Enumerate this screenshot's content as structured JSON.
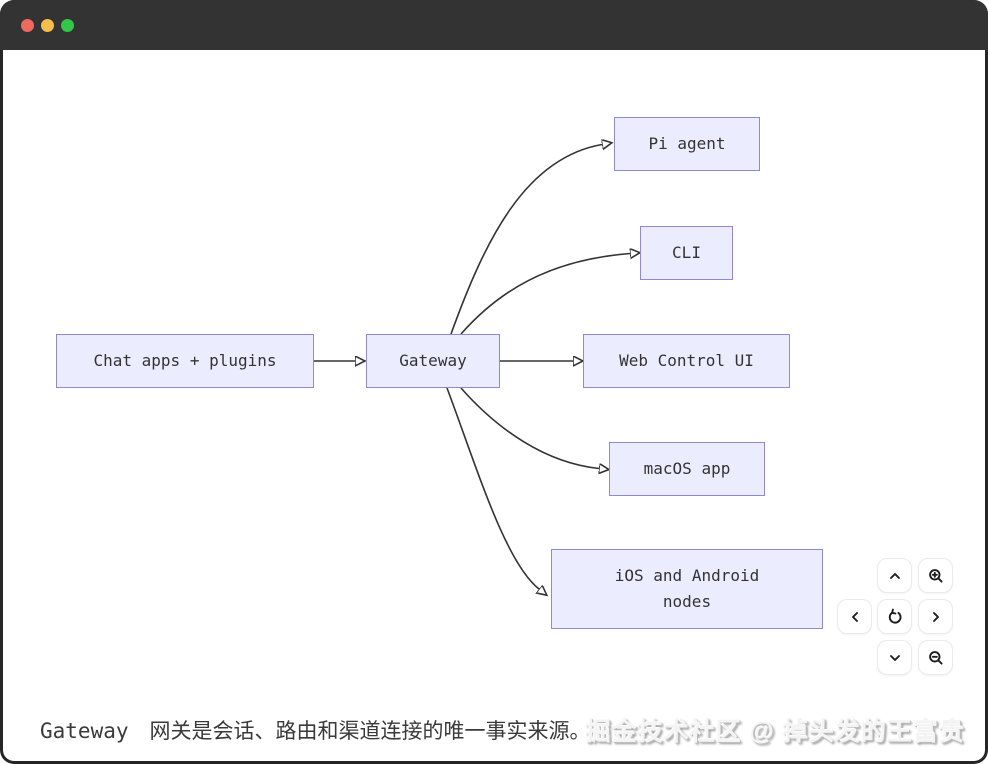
{
  "window": {
    "traffic_lights": [
      {
        "name": "close",
        "color": "#ee6a5f"
      },
      {
        "name": "minimize",
        "color": "#f5bd4b"
      },
      {
        "name": "maximize",
        "color": "#33c748"
      }
    ],
    "titlebar_color": "#333333"
  },
  "diagram": {
    "type": "flowchart",
    "nodes": [
      {
        "id": "chat",
        "label": "Chat apps + plugins"
      },
      {
        "id": "gateway",
        "label": "Gateway"
      },
      {
        "id": "pi",
        "label": "Pi agent"
      },
      {
        "id": "cli",
        "label": "CLI"
      },
      {
        "id": "web",
        "label": "Web Control UI"
      },
      {
        "id": "macos",
        "label": "macOS app"
      },
      {
        "id": "ios",
        "label": "iOS and Android nodes"
      }
    ],
    "edges": [
      {
        "from": "Chat apps + plugins",
        "to": "Gateway"
      },
      {
        "from": "Gateway",
        "to": "Pi agent"
      },
      {
        "from": "Gateway",
        "to": "CLI"
      },
      {
        "from": "Gateway",
        "to": "Web Control UI"
      },
      {
        "from": "Gateway",
        "to": "macOS app"
      },
      {
        "from": "Gateway",
        "to": "iOS and Android nodes"
      }
    ],
    "colors": {
      "node_fill": "#ececff",
      "node_border": "#9188d4",
      "edge": "#333333",
      "text": "#333333",
      "background": "#ffffff"
    }
  },
  "controls": {
    "buttons": [
      {
        "name": "pan-up",
        "icon": "chevron-up-icon"
      },
      {
        "name": "zoom-in",
        "icon": "magnifier-plus-icon"
      },
      {
        "name": "pan-left",
        "icon": "chevron-left-icon"
      },
      {
        "name": "reset-view",
        "icon": "rotate-ccw-icon"
      },
      {
        "name": "pan-right",
        "icon": "chevron-right-icon"
      },
      {
        "name": "pan-down",
        "icon": "chevron-down-icon"
      },
      {
        "name": "zoom-out",
        "icon": "magnifier-minus-icon"
      }
    ]
  },
  "caption": "Gateway　网关是会话、路由和渠道连接的唯一事实来源。",
  "watermark": "掘金技术社区 @ 掉头发的王富贵"
}
